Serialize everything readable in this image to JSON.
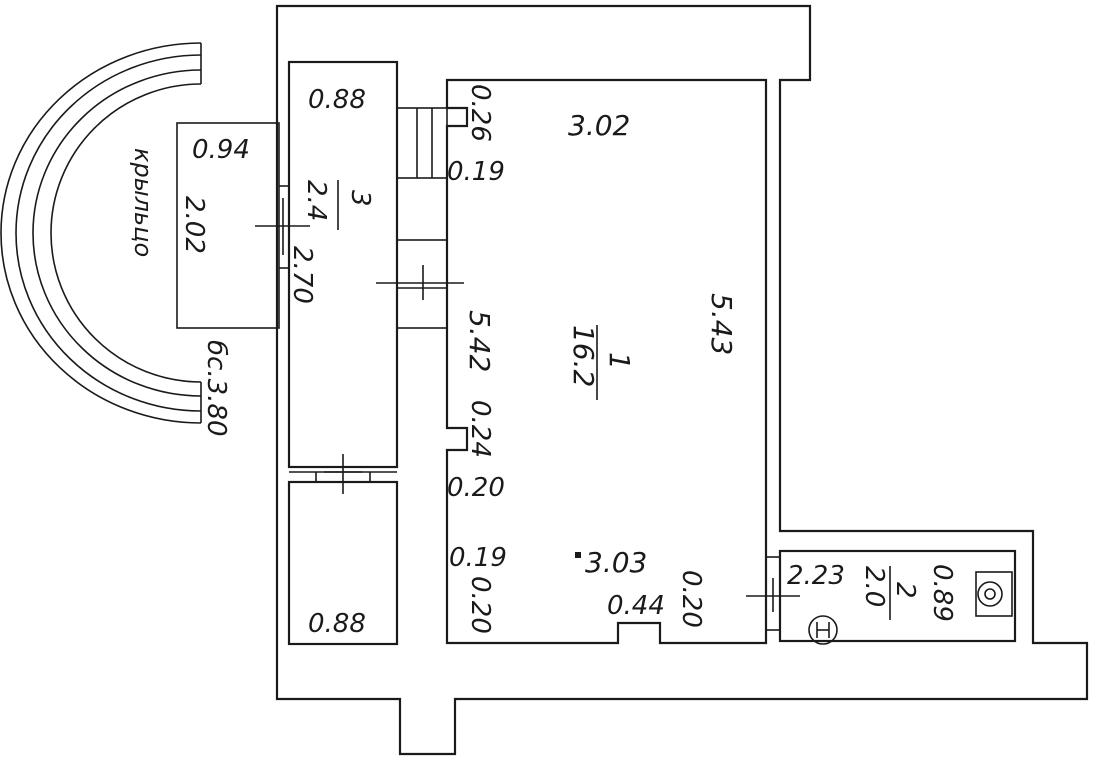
{
  "plan": {
    "porch_label": "крыльцо",
    "rooms": {
      "main": {
        "number": "1",
        "area": "16.2"
      },
      "toilet": {
        "number": "2",
        "area": "2.0"
      },
      "hallway": {
        "number": "3",
        "area": "2.4"
      }
    },
    "dimensions": {
      "porch_width": "0.94",
      "porch_length": "2.02",
      "porch_steps": "бс.3.80",
      "hall_top_width": "0.88",
      "hall_bottom_width": "0.88",
      "hall_length": "2.70",
      "main_top_width": "3.02",
      "main_bottom_width": "3.03",
      "main_left_length": "5.42",
      "main_right_length": "5.43",
      "pier_a": "0.26",
      "pier_b": "0.19",
      "pier_c": "0.24",
      "pier_d": "0.20",
      "pier_e": "0.19",
      "pier_f": "0.20",
      "pier_g": "0.44",
      "pier_h": "0.20",
      "toilet_width": "2.23",
      "toilet_depth": "0.89"
    }
  }
}
